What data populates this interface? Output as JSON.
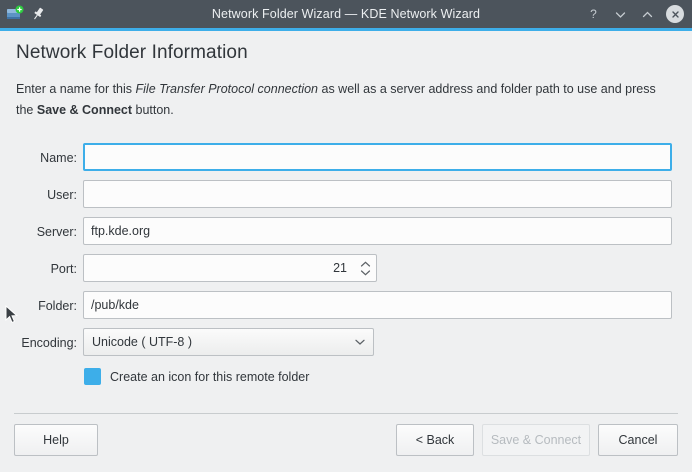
{
  "titlebar": {
    "title": "Network Folder Wizard — KDE Network Wizard",
    "app_icon": "network-folder-add-icon",
    "pin_icon": "pin-icon",
    "help_icon": "help-question-icon",
    "minimize_icon": "chevron-down-icon",
    "maximize_icon": "chevron-up-icon",
    "close_icon": "close-icon",
    "background": "#4c545c",
    "accent_color": "#3daee9"
  },
  "page": {
    "title": "Network Folder Information",
    "description_part1": "Enter a name for this ",
    "description_italic": "File Transfer Protocol connection",
    "description_part2": " as well as a server address and folder path to use and press the ",
    "description_bold": "Save & Connect",
    "description_part3": " button."
  },
  "form": {
    "fields": [
      {
        "label": "Name:",
        "value": "",
        "placeholder": "",
        "focused": true,
        "type": "text"
      },
      {
        "label": "User:",
        "value": "",
        "placeholder": "",
        "focused": false,
        "type": "text"
      },
      {
        "label": "Server:",
        "value": "ftp.kde.org",
        "placeholder": "",
        "focused": false,
        "type": "text"
      },
      {
        "label": "Port:",
        "value": "21",
        "placeholder": "",
        "focused": false,
        "type": "spinbox"
      },
      {
        "label": "Folder:",
        "value": "/pub/kde",
        "placeholder": "",
        "focused": false,
        "type": "text"
      }
    ],
    "encoding": {
      "label": "Encoding:",
      "selected": "Unicode ( UTF-8 )",
      "arrow_icon": "chevron-down-icon"
    },
    "checkbox": {
      "label": "Create an icon for this remote folder",
      "checked": true,
      "color": "#3daee9"
    }
  },
  "footer": {
    "help_label": "Help",
    "back_label": "< Back",
    "save_label": "Save & Connect",
    "save_disabled": true,
    "cancel_label": "Cancel"
  }
}
